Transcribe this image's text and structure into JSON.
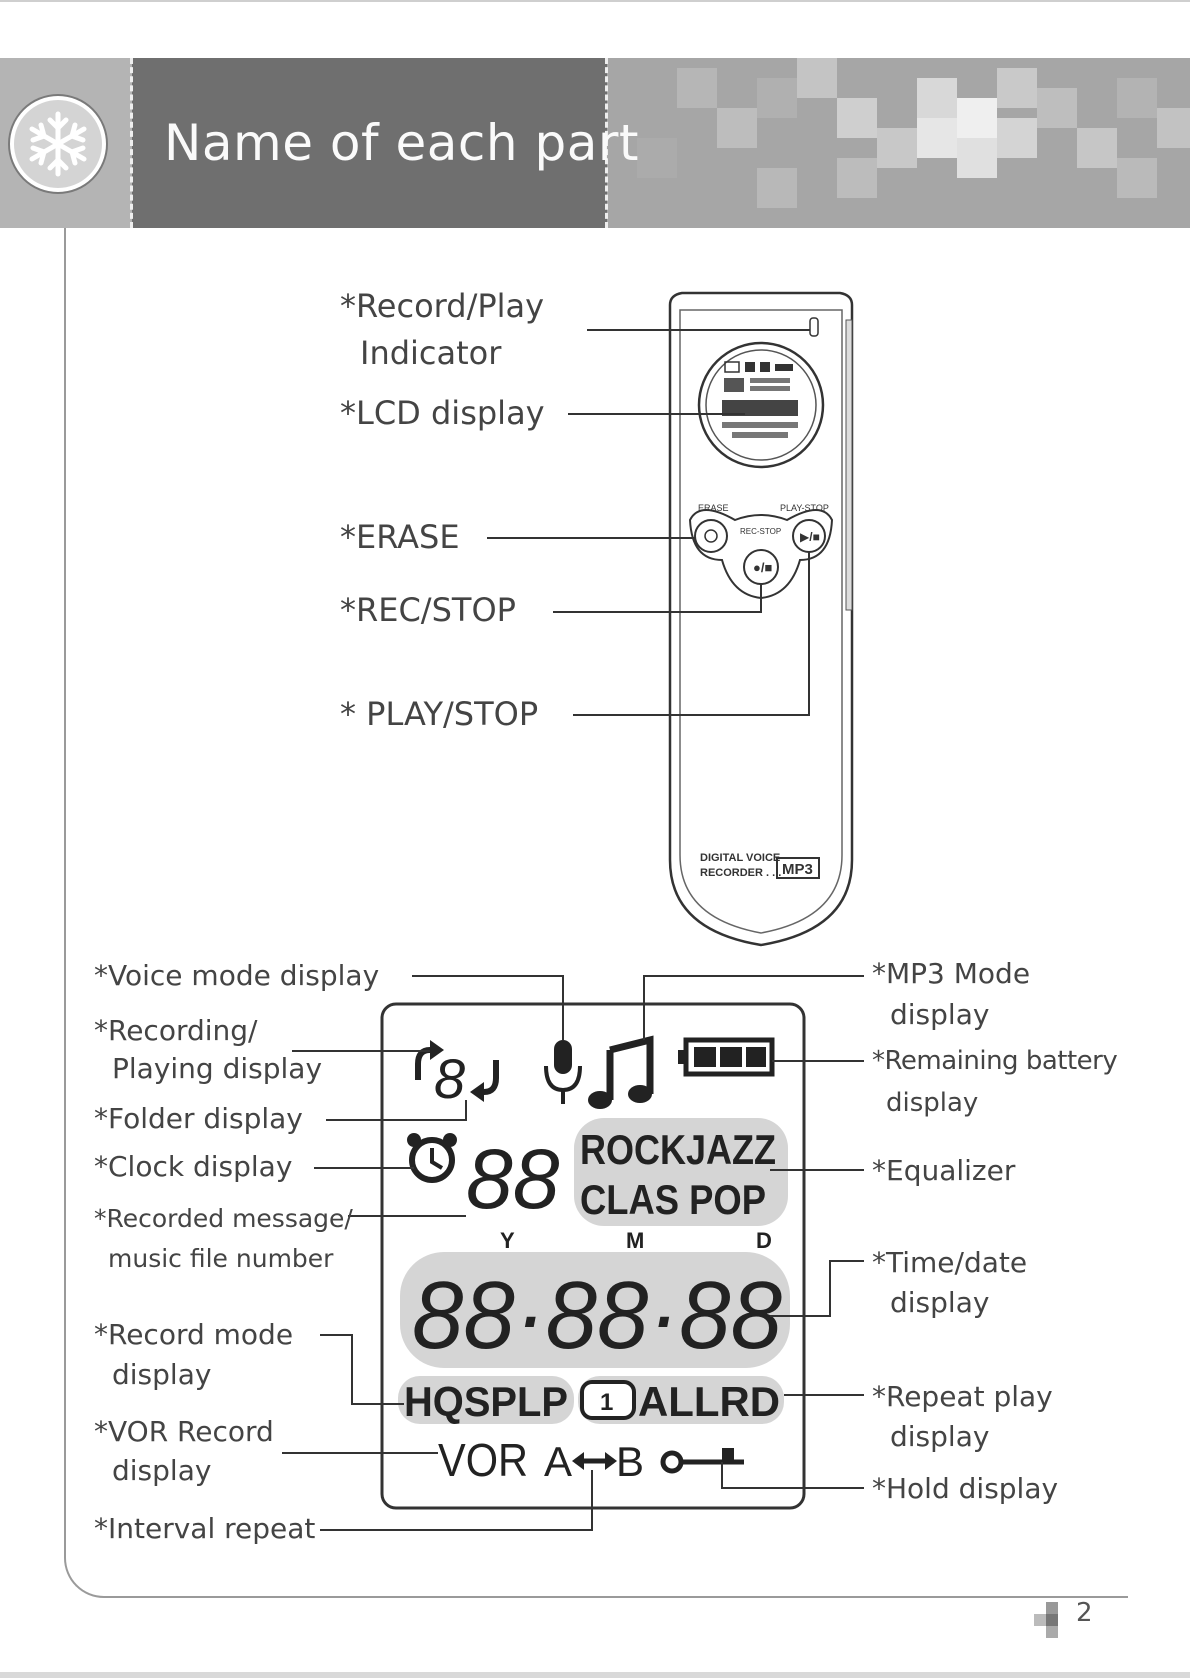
{
  "header": {
    "title": "Name of each part",
    "icon": "snowflake-icon"
  },
  "device": {
    "button_labels": {
      "erase": "ERASE",
      "rec_stop": "REC-STOP",
      "play_stop": "PLAY-STOP"
    },
    "brand_line1": "DIGITAL VOICE",
    "brand_line2": "RECORDER . . .",
    "brand_badge": "MP3"
  },
  "callouts_top": {
    "record_play_1": "*Record/Play",
    "record_play_2": "Indicator",
    "lcd": "*LCD display",
    "erase": "*ERASE",
    "rec_stop": "*REC/STOP",
    "play_stop": "* PLAY/STOP"
  },
  "callouts_left": {
    "voice_mode": "*Voice mode display",
    "recording_1": "*Recording/",
    "recording_2": "Playing display",
    "folder": "*Folder display",
    "clock": "*Clock display",
    "message_1": "*Recorded message/",
    "message_2": "music file number",
    "record_mode_1": "*Record mode",
    "record_mode_2": "display",
    "vor_1": "*VOR Record",
    "vor_2": "display",
    "interval": "*Interval repeat"
  },
  "callouts_right": {
    "mp3_1": "*MP3 Mode",
    "mp3_2": "display",
    "battery_1": "*Remaining battery",
    "battery_2": "display",
    "equalizer": "*Equalizer",
    "time_1": "*Time/date",
    "time_2": "display",
    "repeat_1": "*Repeat play",
    "repeat_2": "display",
    "hold": "*Hold display"
  },
  "lcd": {
    "eq_row1": "ROCKJAZZ",
    "eq_row2": "CLAS POP",
    "date_y": "Y",
    "date_m": "M",
    "date_d": "D",
    "time_digits": "88·88·88",
    "mode_row": "HQSPLP",
    "repeat_num": "1",
    "repeat_row": "ALLRD",
    "vor": "VOR",
    "ab_a": "A",
    "ab_b": "B",
    "folder_digit": "8",
    "file_digits": "88"
  },
  "footer": {
    "page_number": "2"
  }
}
